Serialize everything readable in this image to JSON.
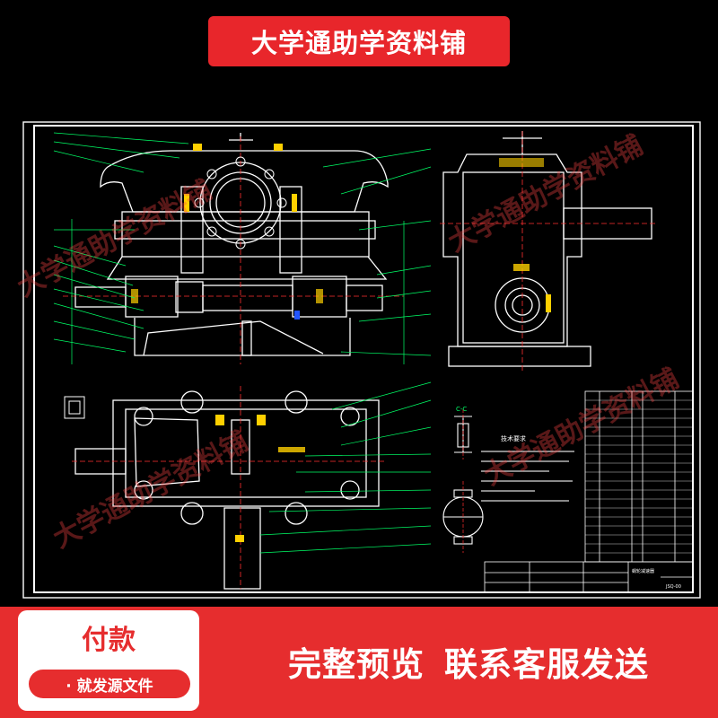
{
  "banner": {
    "title": "大学通助学资料铺"
  },
  "watermark": {
    "text": "大学通助学资料铺"
  },
  "drawing": {
    "section_label": "C-C",
    "tech_title": "技术要求",
    "title_block_label": "蜗轮减速器",
    "drawing_no": "JSQ-00",
    "colors": {
      "line": "#ffffff",
      "dim": "#00ff66",
      "accent": "#ffd000",
      "blue": "#2255ff",
      "red": "#ff3030"
    }
  },
  "footer": {
    "pay_title": "付款",
    "pay_sub": "· 就发源文件",
    "cta_left": "完整预览",
    "cta_right": "联系客服发送"
  }
}
